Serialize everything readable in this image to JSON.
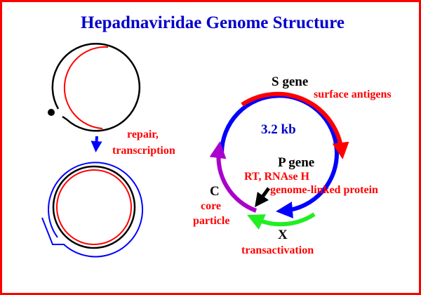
{
  "title": "Hepadnaviridae Genome Structure",
  "labels": {
    "repair": "repair,",
    "transcription": "transcription",
    "s_gene": "S gene",
    "surface_antigens": "surface antigens",
    "size": "3.2 kb",
    "p_gene": "P gene",
    "rt_rnase": "RT, RNAse H",
    "genome_linked": "genome-linked protein",
    "c_gene": "C",
    "core": "core",
    "particle": "particle",
    "x_gene": "X",
    "transactivation": "transactivation"
  },
  "colors": {
    "title": "#0000cc",
    "label": "#ff0000",
    "s": "#ff0000",
    "p": "#0000ff",
    "c": "#aa00cc",
    "x": "#22ee22",
    "border": "#ff0000"
  }
}
